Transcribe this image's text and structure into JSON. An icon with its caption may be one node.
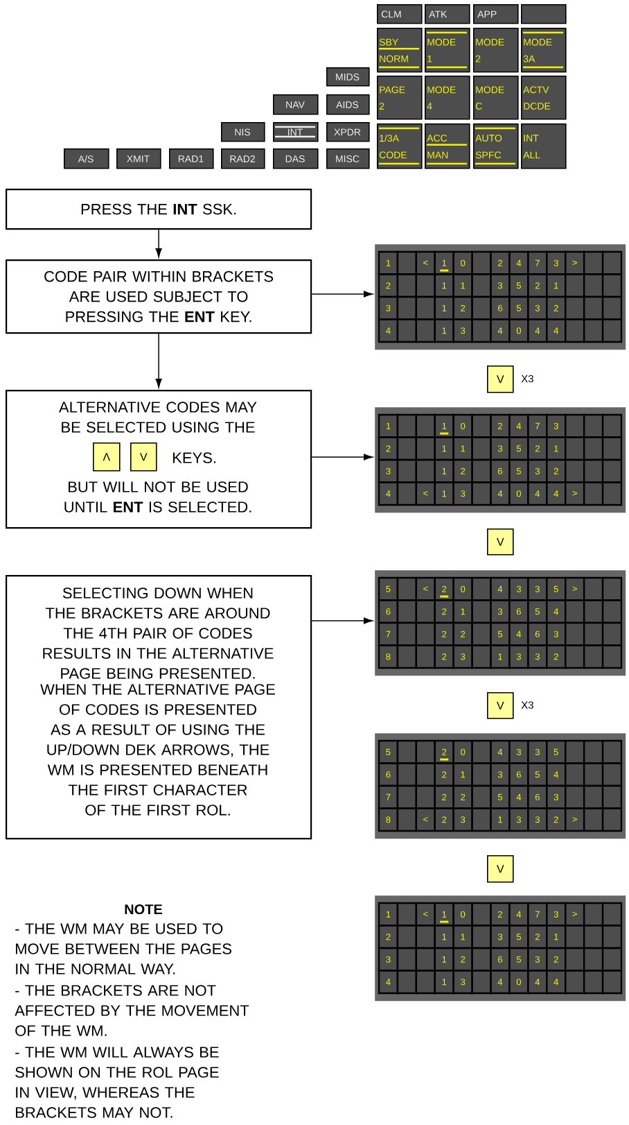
{
  "diagram": {
    "nodes": [
      {
        "text": [
          "CLM"
        ]
      },
      {
        "text": [
          "ATK"
        ]
      },
      {
        "text": [
          "APP"
        ]
      },
      {
        "text": [],
        "shape": "box"
      },
      {
        "text": [
          "SBY",
          "NORM"
        ]
      },
      {
        "text": [
          "MODE",
          "1"
        ]
      },
      {
        "text": [
          "MODE",
          "2"
        ]
      },
      {
        "text": [
          "MODE",
          "3A"
        ]
      },
      {
        "text": [
          "MIDS"
        ]
      },
      {
        "text": [
          "NAV"
        ]
      },
      {
        "text": [
          "AIDS"
        ]
      },
      {
        "text": [
          "PAGE",
          "2"
        ]
      },
      {
        "text": [
          "MODE",
          "4"
        ]
      },
      {
        "text": [
          "MODE",
          "C"
        ]
      },
      {
        "text": [
          "ACTV",
          "DCDE"
        ]
      },
      {
        "text": [
          "NIS"
        ]
      },
      {
        "text": [
          "INT"
        ]
      },
      {
        "text": [
          "XPDR"
        ]
      },
      {
        "text": [
          "1/3A",
          "CODE"
        ]
      },
      {
        "text": [
          "ACC",
          "MAN"
        ]
      },
      {
        "text": [
          "AUTO",
          "SPFC"
        ]
      },
      {
        "text": [
          "INT",
          "ALL"
        ]
      },
      {
        "text": [
          "A/S"
        ]
      },
      {
        "text": [
          "XMIT"
        ]
      },
      {
        "text": [
          "RAD1"
        ]
      },
      {
        "text": [
          "RAD2"
        ]
      },
      {
        "text": [
          "DAS"
        ]
      },
      {
        "text": [
          "MISC"
        ]
      },
      {
        "text": [
          "PRESS THE **INT** SSK."
        ]
      },
      {
        "text": [
          "CODE PAIR WITHIN BRACKETS ARE USED SUBJECT TO PRESSING THE **ENT** KEY."
        ]
      },
      {
        "text": [
          "1",
          "<",
          "1",
          "0",
          "2",
          "4",
          "7",
          "3",
          ">",
          "2",
          "1",
          "1",
          "3",
          "5",
          "2",
          "1",
          "3",
          "1",
          "2",
          "6",
          "5",
          "3",
          "2",
          "4",
          "1",
          "3",
          "4",
          "0",
          "4",
          "4"
        ]
      },
      {
        "text": [
          "V"
        ],
        "beside": [
          "X3"
        ]
      },
      {
        "text": [
          "ALTERNATIVE CODES MAY BE SELECTED USING THE",
          "KEYS.",
          "BUT WILL NOT BE USED UNTIL **ENT** IS SELECTED."
        ]
      },
      {
        "text": [
          "Λ"
        ],
        "in": 32
      },
      {
        "text": [
          "V"
        ],
        "in": 32
      },
      {
        "text": [
          "1",
          "1",
          "0",
          "2",
          "4",
          "7",
          "3",
          "2",
          "1",
          "1",
          "3",
          "5",
          "2",
          "1",
          "3",
          "1",
          "2",
          "6",
          "5",
          "3",
          "2",
          "4",
          "<",
          "1",
          "3",
          "4",
          "0",
          "4",
          "4",
          ">"
        ]
      },
      {
        "text": [
          "V"
        ]
      },
      {
        "text": [
          "SELECTING DOWN WHEN THE BRACKETS ARE AROUND THE 4TH PAIR OF CODES RESULTS IN THE ALTERNATIVE PAGE BEING PRESENTED.",
          "WHEN THE ALTERNATIVE PAGE OF CODES IS PRESENTED AS A RESULT OF USING THE UP/DOWN DEK ARROWS, THE WM IS PRESENTED BENEATH THE FIRST CHARACTER OF THE FIRST ROL."
        ]
      },
      {
        "text": [
          "5",
          "<",
          "2",
          "0",
          "4",
          "3",
          "3",
          "5",
          ">",
          "6",
          "2",
          "1",
          "3",
          "6",
          "5",
          "4",
          "7",
          "2",
          "2",
          "5",
          "4",
          "6",
          "3",
          "8",
          "2",
          "3",
          "1",
          "3",
          "3",
          "2"
        ]
      },
      {
        "text": [
          "V"
        ],
        "beside": [
          "X3"
        ]
      },
      {
        "text": [
          "5",
          "2",
          "0",
          "4",
          "3",
          "3",
          "5",
          "6",
          "2",
          "1",
          "3",
          "6",
          "5",
          "4",
          "7",
          "2",
          "2",
          "5",
          "4",
          "6",
          "3",
          "8",
          "<",
          "2",
          "3",
          "1",
          "3",
          "3",
          "2",
          ">"
        ]
      },
      {
        "text": [
          "V"
        ]
      },
      {
        "text": [
          "1",
          "<",
          "1",
          "0",
          "2",
          "4",
          "7",
          "3",
          ">",
          "2",
          "1",
          "1",
          "3",
          "5",
          "2",
          "1",
          "3",
          "1",
          "2",
          "6",
          "5",
          "3",
          "2",
          "4",
          "1",
          "3",
          "4",
          "0",
          "4",
          "4"
        ]
      }
    ],
    "edges": [
      {
        "from": 28,
        "to": 29,
        "arrow": "to"
      },
      {
        "from": 29,
        "to": 32,
        "arrow": "to"
      },
      {
        "from": 29,
        "to": 30,
        "arrow": "to"
      },
      {
        "from": 32,
        "to": 35,
        "arrow": "to"
      },
      {
        "from": 37,
        "to": 38,
        "arrow": "to"
      }
    ],
    "labels": [
      "NOTE",
      "- THE WM MAY BE USED TO MOVE BETWEEN THE PAGES IN THE NORMAL WAY.",
      "- THE BRACKETS ARE NOT AFFECTED BY THE MOVEMENT OF THE WM.",
      "- THE WM WILL ALWAYS BE SHOWN ON THE ROL PAGE IN VIEW, WHEREAS THE BRACKETS MAY NOT."
    ]
  }
}
